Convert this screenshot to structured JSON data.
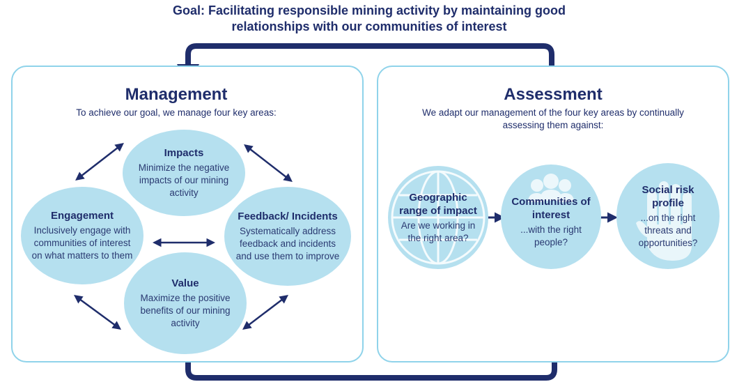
{
  "goal": "Goal: Facilitating responsible mining activity by maintaining good relationships with our communities of interest",
  "management": {
    "title": "Management",
    "subtitle": "To achieve our goal, we manage four key areas:",
    "areas": [
      {
        "title": "Impacts",
        "text": "Minimize the negative impacts of our mining activity"
      },
      {
        "title": "Engagement",
        "text": "Inclusively engage with communities of interest on what matters to them"
      },
      {
        "title": "Feedback/ Incidents",
        "text": "Systematically address feedback and incidents and use them to improve"
      },
      {
        "title": "Value",
        "text": "Maximize the positive benefits of our mining activity"
      }
    ]
  },
  "assessment": {
    "title": "Assessment",
    "subtitle": "We adapt our management of the four key areas by continually assessing them against:",
    "criteria": [
      {
        "title": "Geographic range of impact",
        "text": "Are we working in the right area?",
        "icon": "globe-icon"
      },
      {
        "title": "Communities of interest",
        "text": "...with the right people?",
        "icon": "people-icon"
      },
      {
        "title": "Social risk profile",
        "text": "...on the right threats and opportunities?",
        "icon": "hand-icon"
      }
    ]
  },
  "colors": {
    "navy": "#1f2d6b",
    "light_blue": "#b5e0ef",
    "panel_border": "#8fd3ea"
  }
}
